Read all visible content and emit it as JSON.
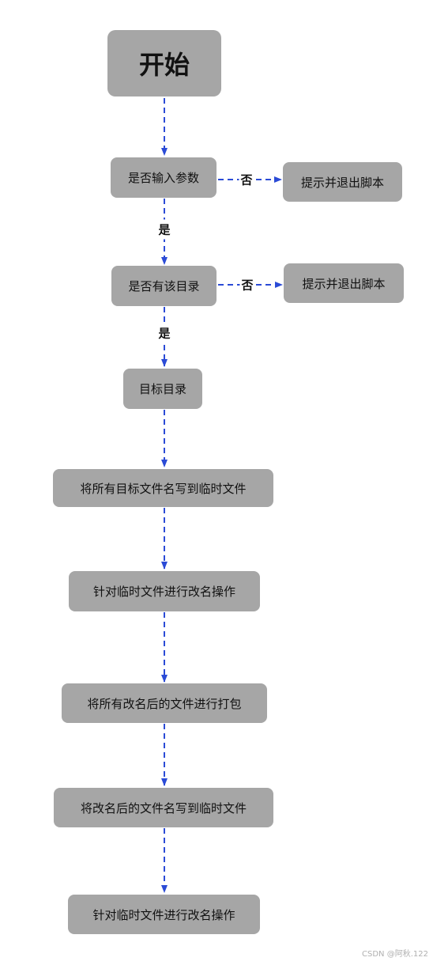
{
  "nodes": {
    "start": "开始",
    "check_params": "是否输入参数",
    "exit_1": "提示并退出脚本",
    "check_dir": "是否有该目录",
    "exit_2": "提示并退出脚本",
    "target_dir": "目标目录",
    "write_names": "将所有目标文件名写到临时文件",
    "rename_1": "针对临时文件进行改名操作",
    "pack": "将所有改名后的文件进行打包",
    "write_renamed": "将改名后的文件名写到临时文件",
    "rename_2": "针对临时文件进行改名操作"
  },
  "edge_labels": {
    "no_1": "否",
    "yes_1": "是",
    "no_2": "否",
    "yes_2": "是"
  },
  "watermark": "CSDN @阿秋.122",
  "colors": {
    "node_fill": "#a6a6a6",
    "arrow": "#2b4bd6"
  }
}
